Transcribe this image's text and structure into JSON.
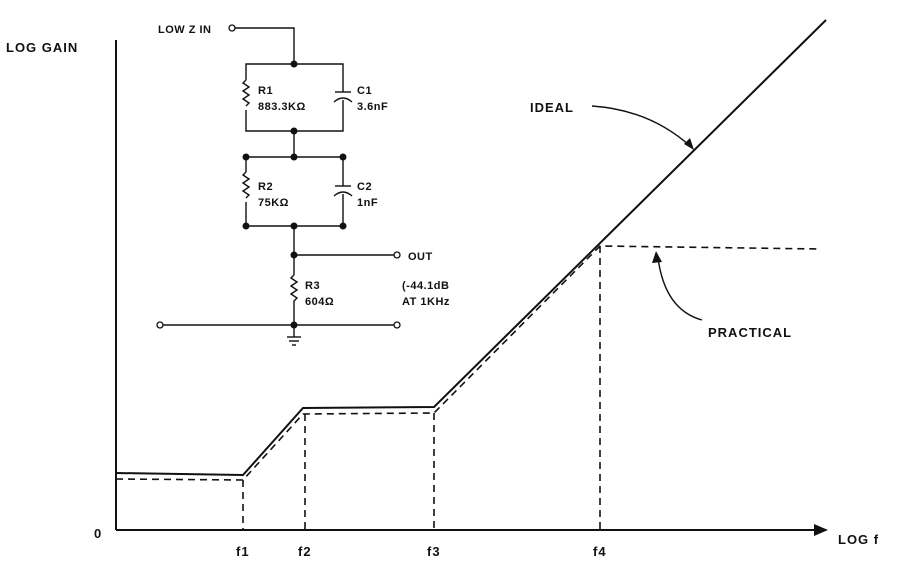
{
  "axes": {
    "y_label": "LOG GAIN",
    "x_label": "LOG f",
    "origin": "0"
  },
  "frequency_markers": [
    "f1",
    "f2",
    "f3",
    "f4"
  ],
  "curves": {
    "ideal": "IDEAL",
    "practical": "PRACTICAL"
  },
  "circuit": {
    "input": "LOW Z IN",
    "output": "OUT",
    "r1": {
      "name": "R1",
      "value": "883.3KΩ"
    },
    "c1": {
      "name": "C1",
      "value": "3.6nF"
    },
    "r2": {
      "name": "R2",
      "value": "75KΩ"
    },
    "c2": {
      "name": "C2",
      "value": "1nF"
    },
    "r3": {
      "name": "R3",
      "value": "604Ω"
    },
    "attenuation": "(-44.1dB",
    "attenuation_freq": "AT 1KHz"
  }
}
